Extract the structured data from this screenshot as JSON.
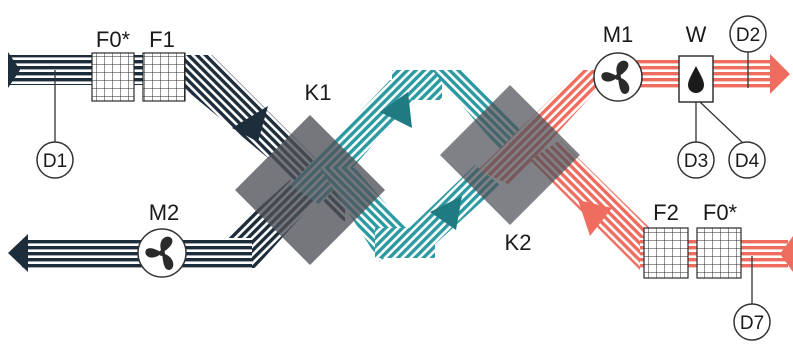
{
  "labels": {
    "filter_f0_left": "F0*",
    "filter_f1": "F1",
    "exchanger_k1": "K1",
    "exchanger_k2": "K2",
    "fan_m1": "M1",
    "fan_m2": "M2",
    "humidifier_w": "W",
    "filter_f2": "F2",
    "filter_f0_right": "F0*"
  },
  "callouts": {
    "d1": "D1",
    "d2": "D2",
    "d3": "D3",
    "d4": "D4",
    "d7": "D7"
  },
  "icons": {
    "fan": "fan-icon",
    "drop": "water-drop-icon",
    "arrow": "flow-arrow-icon"
  },
  "colors": {
    "dark_navy": "#1e2d3b",
    "teal": "#2c9aa2",
    "coral": "#ee6d5f",
    "exchanger_gray": "#6a6c70"
  }
}
